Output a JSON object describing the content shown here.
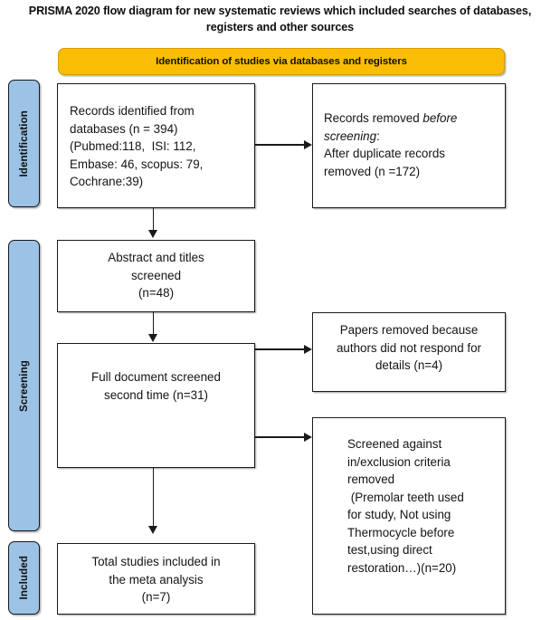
{
  "title": "PRISMA 2020 flow diagram for new systematic reviews which included searches of databases, registers and other sources",
  "section_header": {
    "label": "Identification of studies via databases and registers",
    "color": "#FBBC04"
  },
  "stages": [
    {
      "name": "identification",
      "label": "Identification",
      "color": "#9CC3E5"
    },
    {
      "name": "screening",
      "label": "Screening",
      "color": "#9CC3E5"
    },
    {
      "name": "included",
      "label": "Included",
      "color": "#9CC3E5"
    }
  ],
  "boxes": {
    "records_identified": {
      "text": "Records identified from\ndatabases (n = 394)\n(Pubmed:118,  ISI: 112,\nEmbase: 46, scopus: 79,\nCochrane:39)",
      "count": 394,
      "sources": [
        {
          "name": "Pubmed",
          "n": 118
        },
        {
          "name": "ISI",
          "n": 112
        },
        {
          "name": "Embase",
          "n": 46
        },
        {
          "name": "scopus",
          "n": 79
        },
        {
          "name": "Cochrane",
          "n": 39
        }
      ]
    },
    "records_removed": {
      "line1_plain": "Records removed ",
      "line1_italic": "before",
      "line2_italic": "screening",
      "line2_plain": ":",
      "rest": "\nAfter duplicate records\nremoved (n =172)",
      "count": 172
    },
    "abstract_screened": {
      "text": "Abstract and titles\nscreened\n(n=48)",
      "count": 48
    },
    "papers_removed": {
      "text": "Papers removed because\nauthors did not respond for\ndetails (n=4)",
      "count": 4
    },
    "full_document": {
      "text": "Full document screened\nsecond time (n=31)",
      "count": 31
    },
    "screened_against": {
      "text": "Screened against\nin/exclusion criteria\nremoved\n (Premolar teeth used\nfor study, Not using\nThermocycle before\ntest,using direct\nrestoration…)(n=20)",
      "count": 20
    },
    "total_studies": {
      "text": "Total studies included in\nthe meta analysis\n(n=7)",
      "count": 7
    }
  }
}
